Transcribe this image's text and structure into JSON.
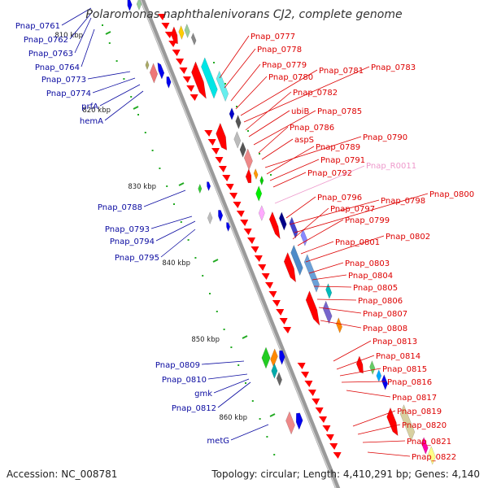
{
  "title": "Polaromonas naphthalenivorans CJ2, complete genome",
  "footer": {
    "accession": "Accession: NC_008781",
    "summary": "Topology: circular; Length: 4,410,291 bp; Genes: 4,140"
  },
  "colors": {
    "backbone": "#9a9a9a",
    "forward_label": "#dd0000",
    "reverse_label": "#0a0aa0",
    "rna_label": "#ee99cc",
    "tick_mark": "#22aa22",
    "forward_feature": "#ff0000",
    "reverse_feature": "#0000ee"
  },
  "scale": {
    "ticks": [
      {
        "label": "810 kbp",
        "kbp": 810
      },
      {
        "label": "820 kbp",
        "kbp": 820
      },
      {
        "label": "830 kbp",
        "kbp": 830
      },
      {
        "label": "840 kbp",
        "kbp": 840
      },
      {
        "label": "850 kbp",
        "kbp": 850
      },
      {
        "label": "860 kbp",
        "kbp": 860
      }
    ]
  },
  "labels": {
    "reverse": [
      "Pnap_0761",
      "Pnap_0762",
      "Pnap_0763",
      "Pnap_0764",
      "Pnap_0773",
      "Pnap_0774",
      "prfA",
      "hemA",
      "Pnap_0788",
      "Pnap_0793",
      "Pnap_0794",
      "Pnap_0795",
      "Pnap_0809",
      "Pnap_0810",
      "gmk",
      "Pnap_0812",
      "metG"
    ],
    "forward": [
      "Pnap_0777",
      "Pnap_0778",
      "Pnap_0779",
      "Pnap_0780",
      "Pnap_0781",
      "Pnap_0783",
      "Pnap_0782",
      "ubiB",
      "Pnap_0785",
      "Pnap_0786",
      "aspS",
      "Pnap_0790",
      "Pnap_0789",
      "Pnap_0791",
      "Pnap_0792",
      "Pnap_0796",
      "Pnap_0798",
      "Pnap_0800",
      "Pnap_0797",
      "Pnap_0799",
      "Pnap_0801",
      "Pnap_0802",
      "Pnap_0803",
      "Pnap_0804",
      "Pnap_0805",
      "Pnap_0806",
      "Pnap_0807",
      "Pnap_0808",
      "Pnap_0813",
      "Pnap_0814",
      "Pnap_0815",
      "Pnap_0816",
      "Pnap_0817",
      "Pnap_0819",
      "Pnap_0820",
      "Pnap_0821",
      "Pnap_0822"
    ],
    "rna": [
      "Pnap_R0011"
    ]
  }
}
